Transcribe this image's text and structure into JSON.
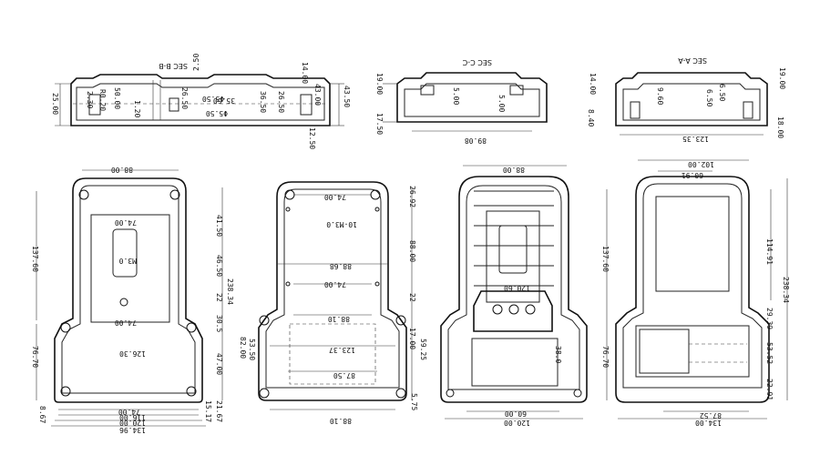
{
  "section_labels": {
    "bb": "SEC B-B",
    "cc": "SEC C-C",
    "aa": "SEC A-A"
  },
  "sec_bb_dims": [
    "2.50",
    "14.00",
    "50.00",
    "43.00",
    "25.00",
    "2.30",
    "R0.20",
    "26.50",
    "35.50",
    "26.50",
    "36.50",
    "Φ5.50",
    "Φ5.50",
    "1.20",
    "43.50",
    "12.50"
  ],
  "sec_cc_dims": [
    "19.00",
    "17.50",
    "5.00",
    "5.00",
    "89.08"
  ],
  "sec_aa_dims": [
    "14.00",
    "8.40",
    "9.60",
    "6.50",
    "6.50",
    "19.00",
    "18.00",
    "123.35"
  ],
  "view1_dims": [
    "88.00",
    "74.00",
    "M3.0",
    "137.60",
    "41.50",
    "46.50",
    "238.34",
    "22",
    "30.5",
    "47.00",
    "74.00",
    "126.30",
    "76.70",
    "74.00",
    "116.00",
    "120.00",
    "134.96",
    "8.67",
    "15.17",
    "21.67"
  ],
  "view2_dims": [
    "74.00",
    "10-M3.0",
    "26.92",
    "88.00",
    "88.68",
    "74.00",
    "22",
    "88.10",
    "123.37",
    "82.00",
    "53.50",
    "59.25",
    "17.00",
    "87.50",
    "5.75",
    "88.10"
  ],
  "view3_dims": [
    "88.00",
    "120.60",
    "137.60",
    "38.0",
    "76.70",
    "60.00",
    "120.00"
  ],
  "view4_dims": [
    "102.00",
    "60.91",
    "114.91",
    "238.34",
    "29.39",
    "53.52",
    "22.91",
    "87.52",
    "134.00"
  ]
}
